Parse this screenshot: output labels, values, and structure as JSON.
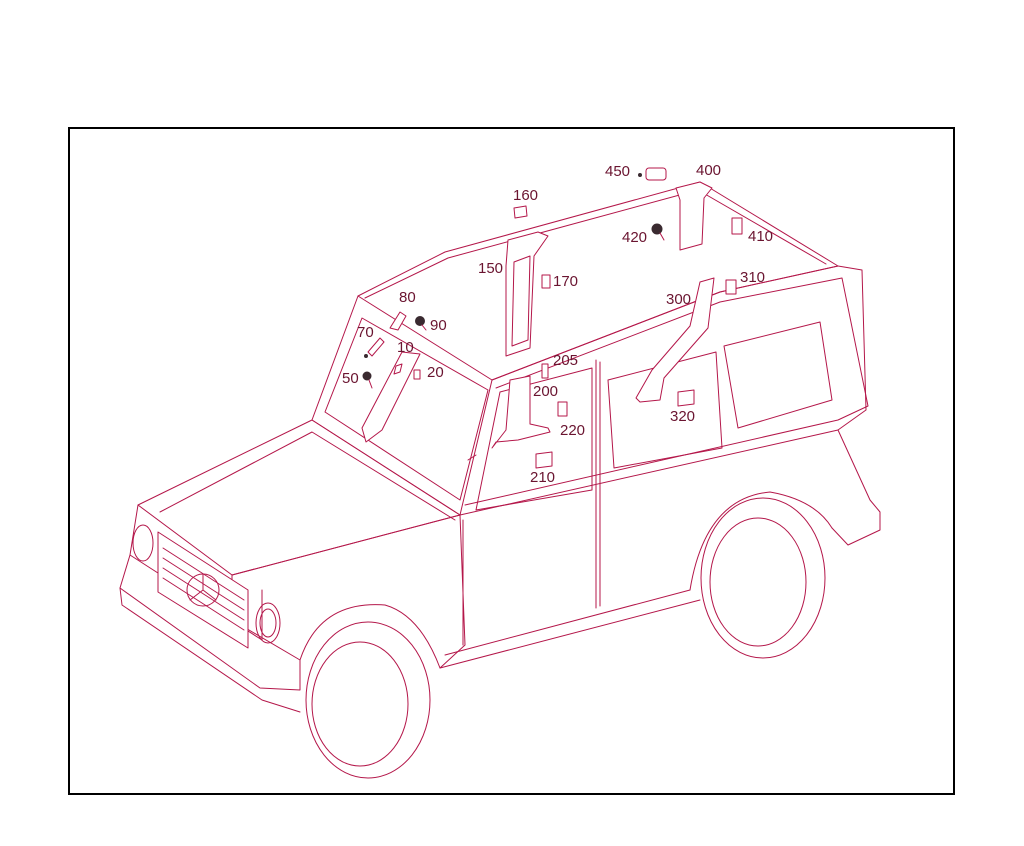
{
  "colors": {
    "frame": "#000000",
    "line_art": "#b4174a",
    "label": "#6a1430",
    "background": "#ffffff"
  },
  "callouts": [
    {
      "id": "10",
      "label": "10"
    },
    {
      "id": "20",
      "label": "20"
    },
    {
      "id": "50",
      "label": "50"
    },
    {
      "id": "70",
      "label": "70"
    },
    {
      "id": "80",
      "label": "80"
    },
    {
      "id": "90",
      "label": "90"
    },
    {
      "id": "150",
      "label": "150"
    },
    {
      "id": "160",
      "label": "160"
    },
    {
      "id": "170",
      "label": "170"
    },
    {
      "id": "200",
      "label": "200"
    },
    {
      "id": "205",
      "label": "205"
    },
    {
      "id": "210",
      "label": "210"
    },
    {
      "id": "220",
      "label": "220"
    },
    {
      "id": "300",
      "label": "300"
    },
    {
      "id": "310",
      "label": "310"
    },
    {
      "id": "320",
      "label": "320"
    },
    {
      "id": "400",
      "label": "400"
    },
    {
      "id": "410",
      "label": "410"
    },
    {
      "id": "420",
      "label": "420"
    },
    {
      "id": "450",
      "label": "450"
    }
  ]
}
